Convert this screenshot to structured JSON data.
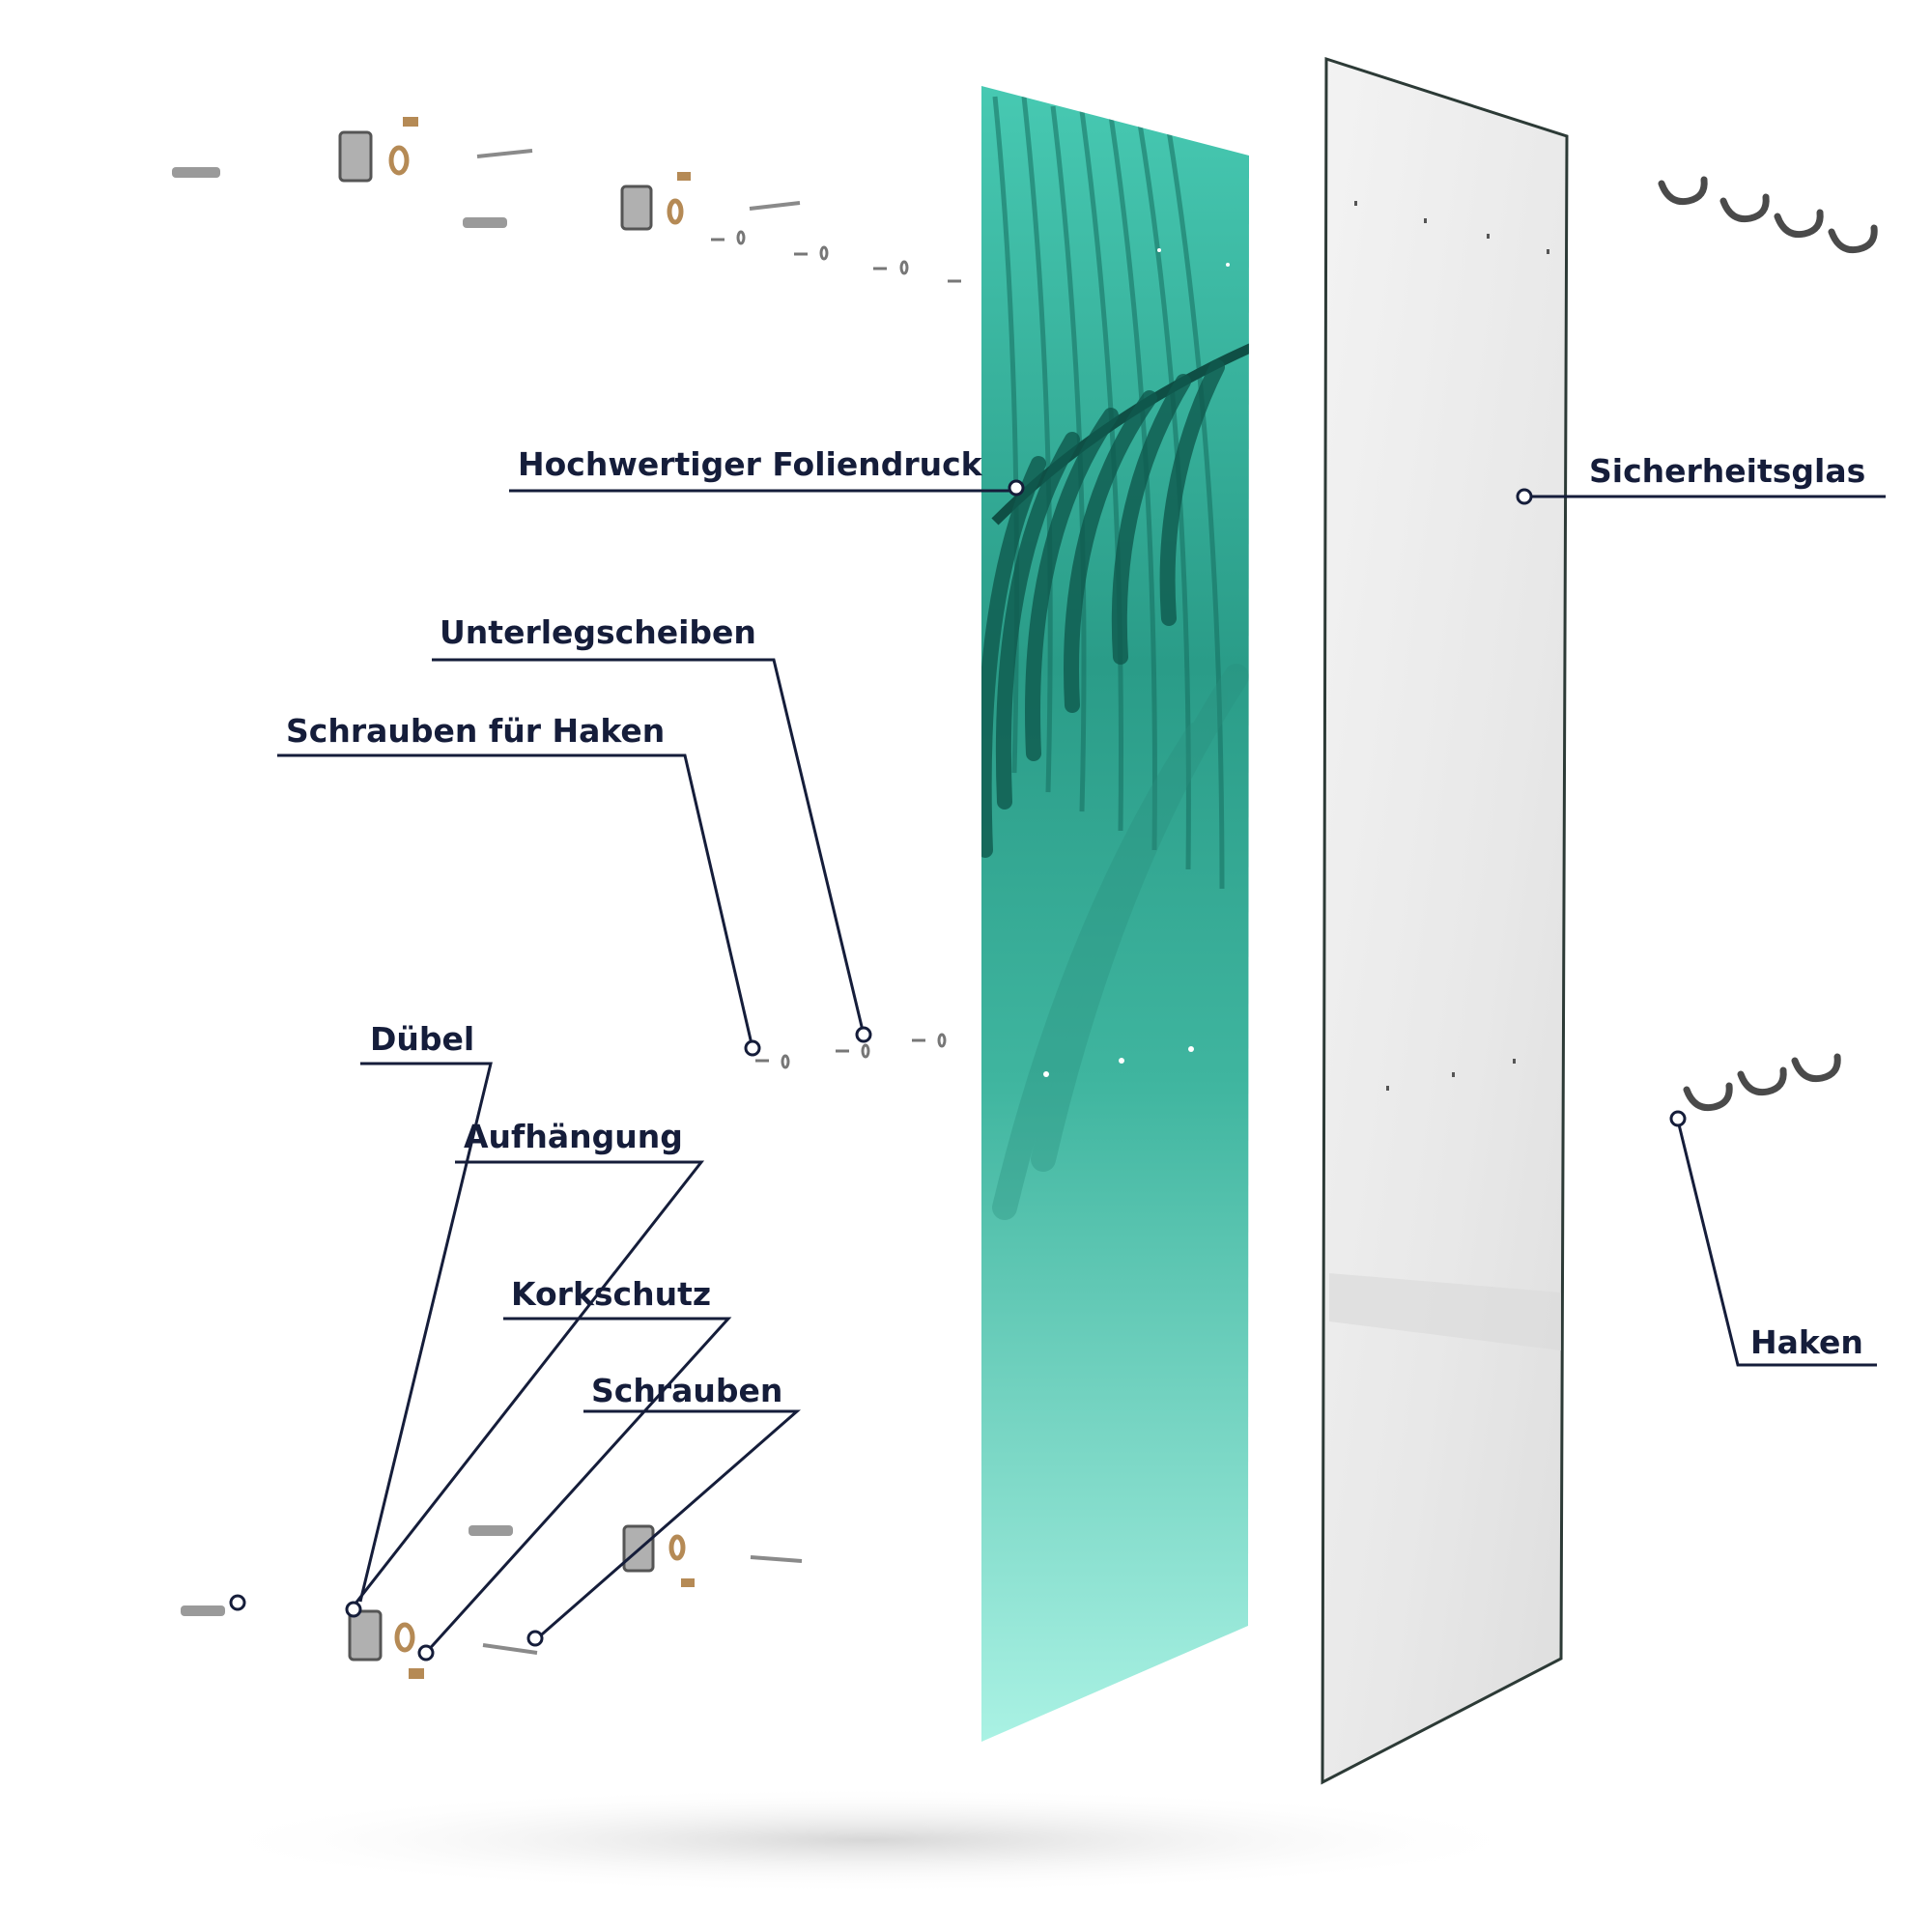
{
  "colors": {
    "label_text": "#151d3a",
    "leader_line": "#151d3a",
    "print_panel_dark": "#1b8a78",
    "print_panel_light": "#a8f0e2",
    "glass_panel": "#ececec",
    "glass_edge": "#2c3a36",
    "metal_part": "#9a9a9a",
    "cork_part": "#b58a55"
  },
  "icons": {
    "print_panel": "palm-leaf-print-panel",
    "glass_panel": "safety-glass-panel",
    "hooks": "hook-icon",
    "screws": "screw-icon",
    "dowels": "wall-plug-icon",
    "hangers": "hanger-bracket-icon",
    "washers": "washer-icon",
    "cork": "cork-pad-icon"
  },
  "labels": {
    "print": "Hochwertiger Foliendruck",
    "glass": "Sicherheitsglas",
    "washers": "Unterlegscheiben",
    "hook_screws": "Schrauben für Haken",
    "dowel": "Dübel",
    "hanger": "Aufhängung",
    "cork": "Korkschutz",
    "screws": "Schrauben",
    "hooks": "Haken"
  }
}
